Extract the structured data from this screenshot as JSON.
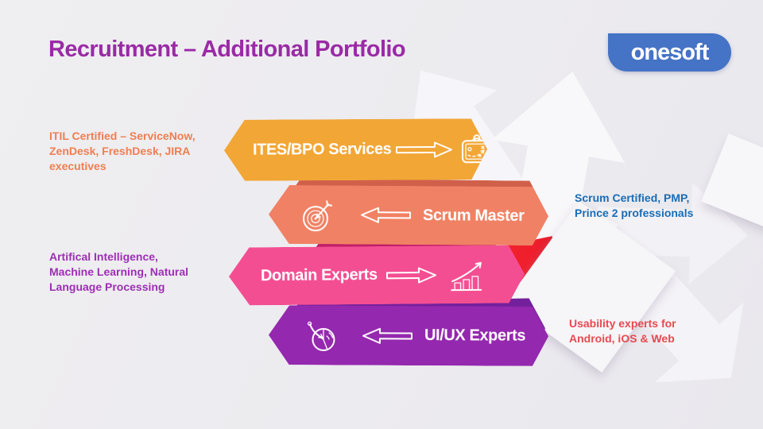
{
  "title": "Recruitment – Additional Portfolio",
  "logo": {
    "text": "onesoft",
    "bg_color": "#4573C5"
  },
  "banners": [
    {
      "label": "ITES/BPO Services",
      "icon": "strategy-board-icon",
      "arrow_direction": "right",
      "color": "#F2A636"
    },
    {
      "label": "Scrum Master",
      "icon": "target-dart-icon",
      "arrow_direction": "left",
      "color": "#F18164"
    },
    {
      "label": "Domain Experts",
      "icon": "growth-chart-icon",
      "arrow_direction": "right",
      "color": "#F44E92"
    },
    {
      "label": "UI/UX Experts",
      "icon": "pie-chart-icon",
      "arrow_direction": "left",
      "color": "#9428AE"
    }
  ],
  "side_notes": [
    {
      "lines": [
        "ITIL Certified – ServiceNow,",
        "ZenDesk, FreshDesk, JIRA",
        "executives"
      ],
      "color": "#EF7E50"
    },
    {
      "lines": [
        "Scrum Certified, PMP,",
        "Prince 2 professionals"
      ],
      "color": "#1A6CB5"
    },
    {
      "lines": [
        "Artifical Intelligence,",
        "Machine Learning, Natural",
        "Language Processing"
      ],
      "color": "#9D2FB4"
    },
    {
      "lines": [
        "Usability experts for",
        "Android, iOS & Web"
      ],
      "color": "#E64A50"
    }
  ],
  "colors": {
    "title": "#9A2AA6",
    "background": "#ECEBEF",
    "accent_red": "#F5222F",
    "fold_salmon": "#D0604A",
    "fold_magenta": "#C01F68",
    "fold_purple": "#73209C"
  }
}
